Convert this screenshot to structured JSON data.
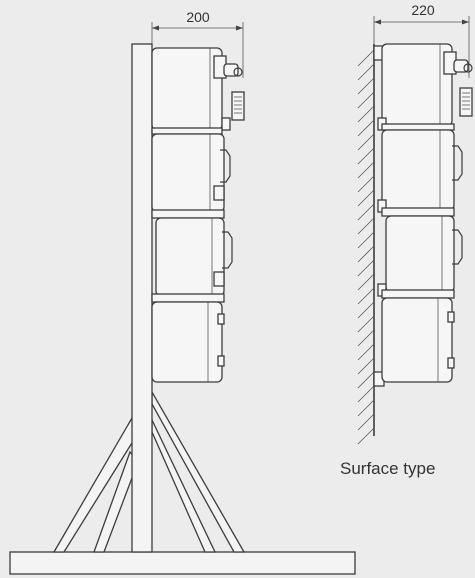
{
  "dimensions": {
    "stand_width_label": "200",
    "surface_width_label": "220"
  },
  "caption": "Surface type",
  "icons": {
    "stand_mount": "floor-stand-diagram",
    "surface_mount": "wall-mount-diagram"
  }
}
